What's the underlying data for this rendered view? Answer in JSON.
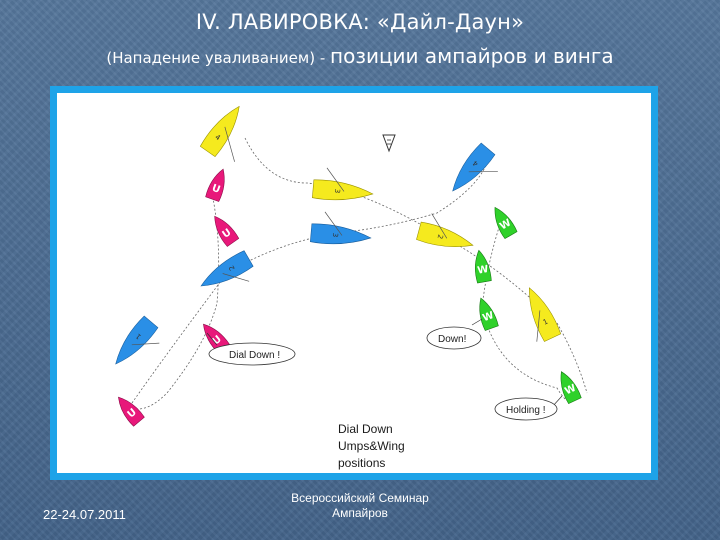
{
  "title": {
    "line1": "IV. ЛАВИРОВКА: «Дайл-Даун»",
    "line2_small": "(Нападение уваливанием) - ",
    "line2_big": "позиции ампайров и винга"
  },
  "diagram": {
    "wind_symbol": "wind-arrow-icon",
    "boat_numbers": {
      "one": "1",
      "two": "2",
      "three": "3",
      "four": "4"
    },
    "umpire_letter": "U",
    "wing_letter": "W",
    "bubbles": {
      "dial_down": "Dial Down !",
      "down": "Down!",
      "holding": "Holding !"
    },
    "caption": {
      "line1": "Dial Down",
      "line2": "Umps&Wing",
      "line3": "positions"
    },
    "colors": {
      "yellow_boat": "#f5ea1e",
      "blue_boat": "#2a8fe6",
      "umpire_boat": "#e8187a",
      "wing_boat": "#2fd12a",
      "frame": "#1ea3e8"
    }
  },
  "footer": {
    "date": "22-24.07.2011",
    "org_line1": "Всероссийский Семинар",
    "org_line2": "Ампайров"
  }
}
